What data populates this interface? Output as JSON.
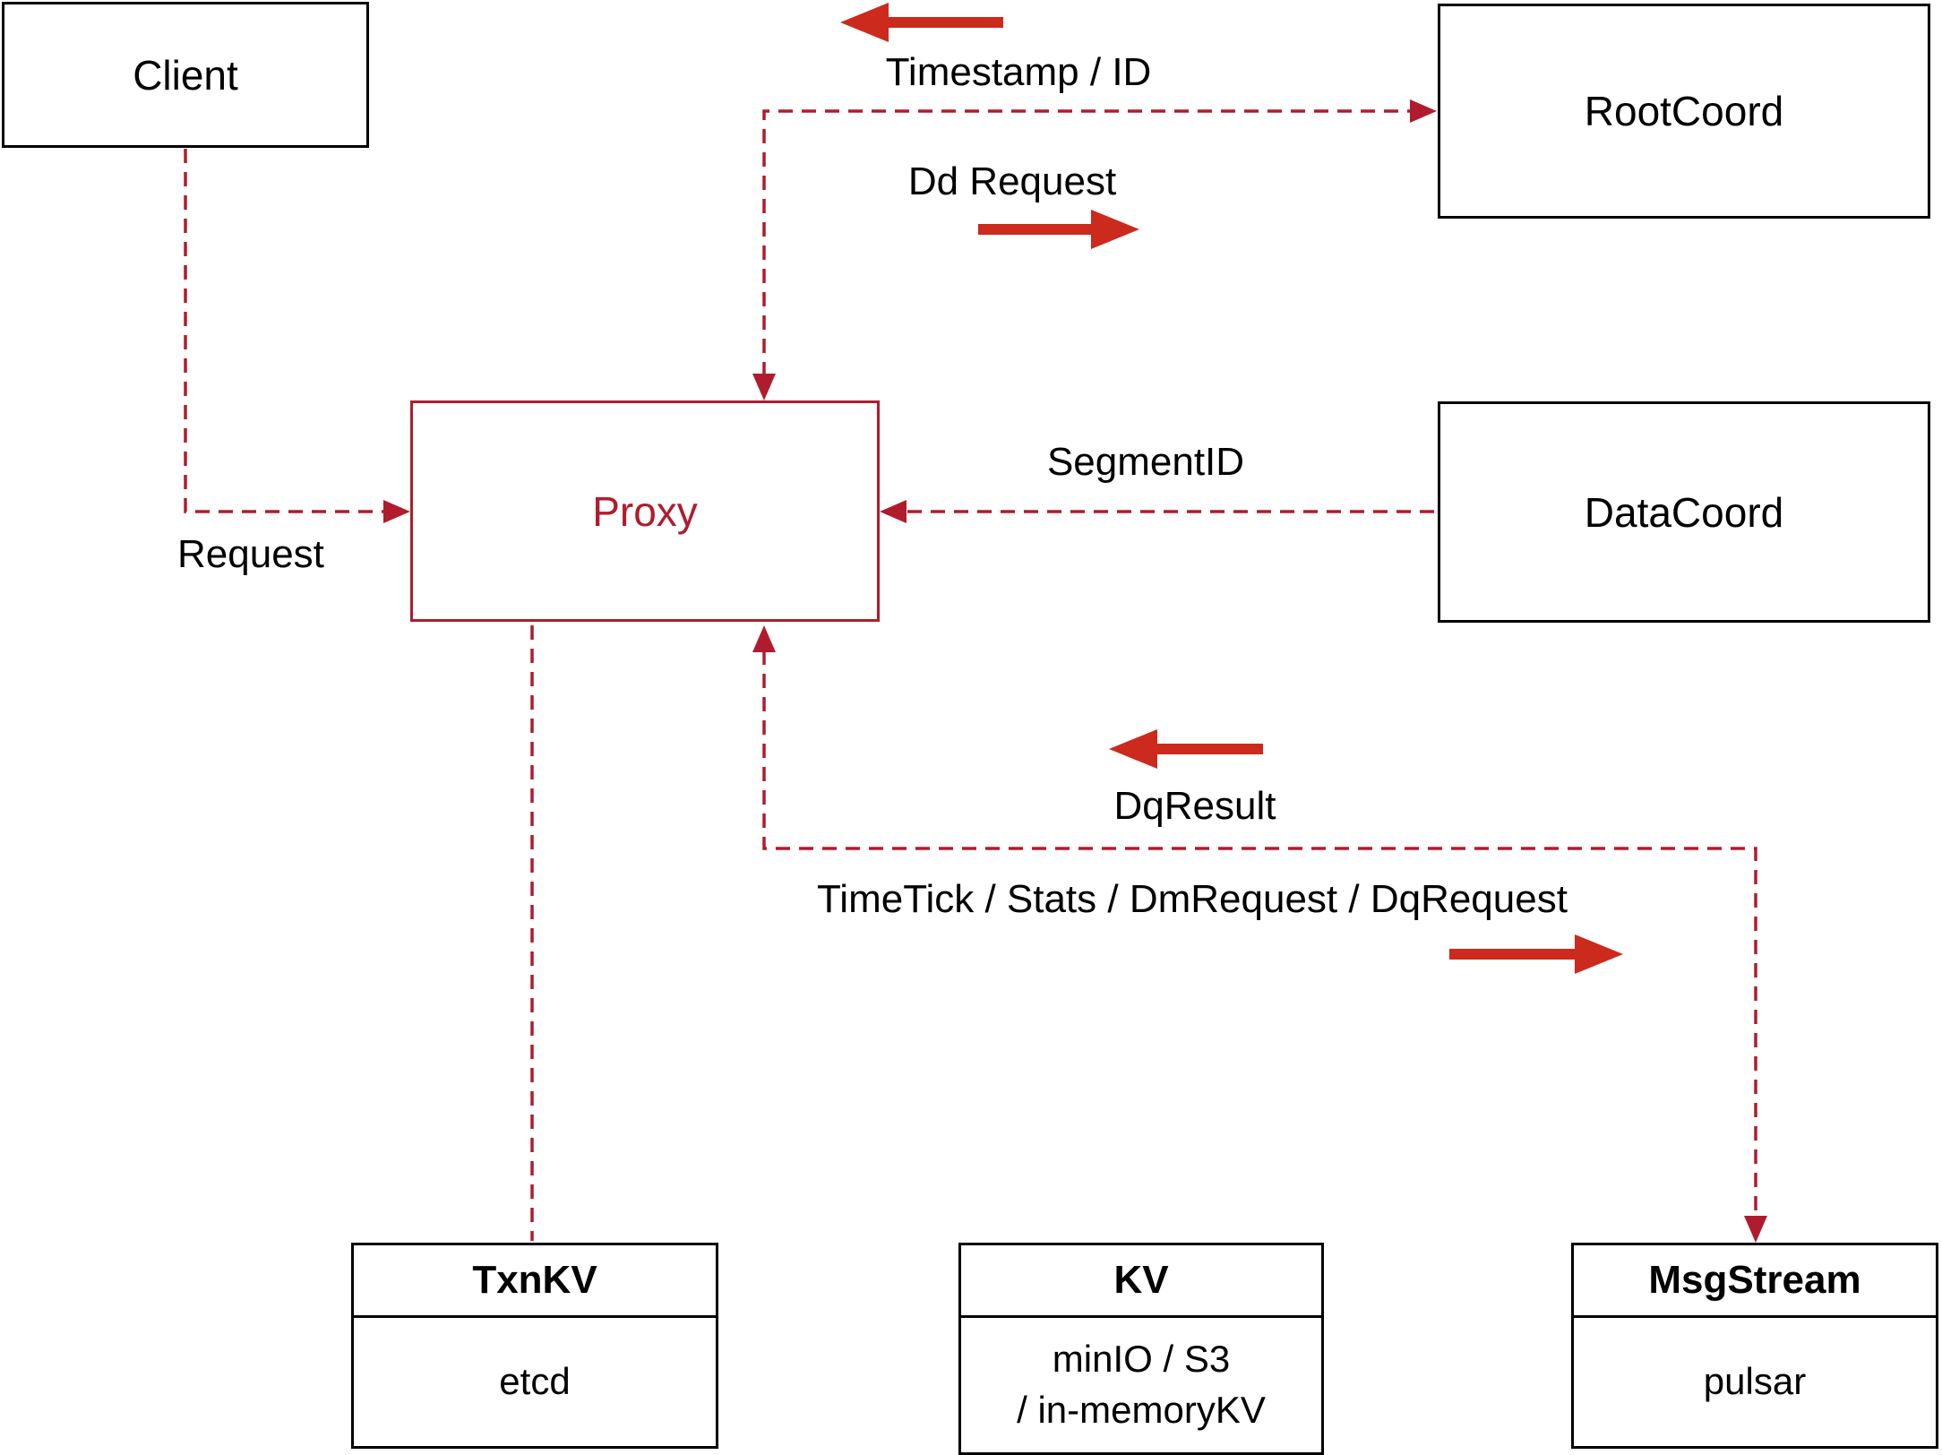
{
  "diagram": {
    "colors": {
      "dashed_line": "#b01c2d",
      "solid_arrow": "#cb2a1d",
      "node_border": "#000000",
      "proxy_accent": "#b01c2d",
      "background": "#ffffff",
      "text": "#000000"
    },
    "nodes": {
      "client": {
        "label": "Client"
      },
      "rootcoord": {
        "label": "RootCoord"
      },
      "proxy": {
        "label": "Proxy"
      },
      "datacoord": {
        "label": "DataCoord"
      },
      "txnkv": {
        "title": "TxnKV",
        "body": "etcd"
      },
      "kv": {
        "title": "KV",
        "body_line1": "minIO / S3",
        "body_line2": "/ in-memoryKV"
      },
      "msgstream": {
        "title": "MsgStream",
        "body": "pulsar"
      }
    },
    "edges": {
      "request": {
        "label": "Request"
      },
      "timestamp_id": {
        "label": "Timestamp / ID"
      },
      "dd_request": {
        "label": "Dd Request"
      },
      "segment_id": {
        "label": "SegmentID"
      },
      "dq_result": {
        "label": "DqResult"
      },
      "timetick": {
        "label": "TimeTick / Stats / DmRequest / DqRequest"
      }
    }
  }
}
